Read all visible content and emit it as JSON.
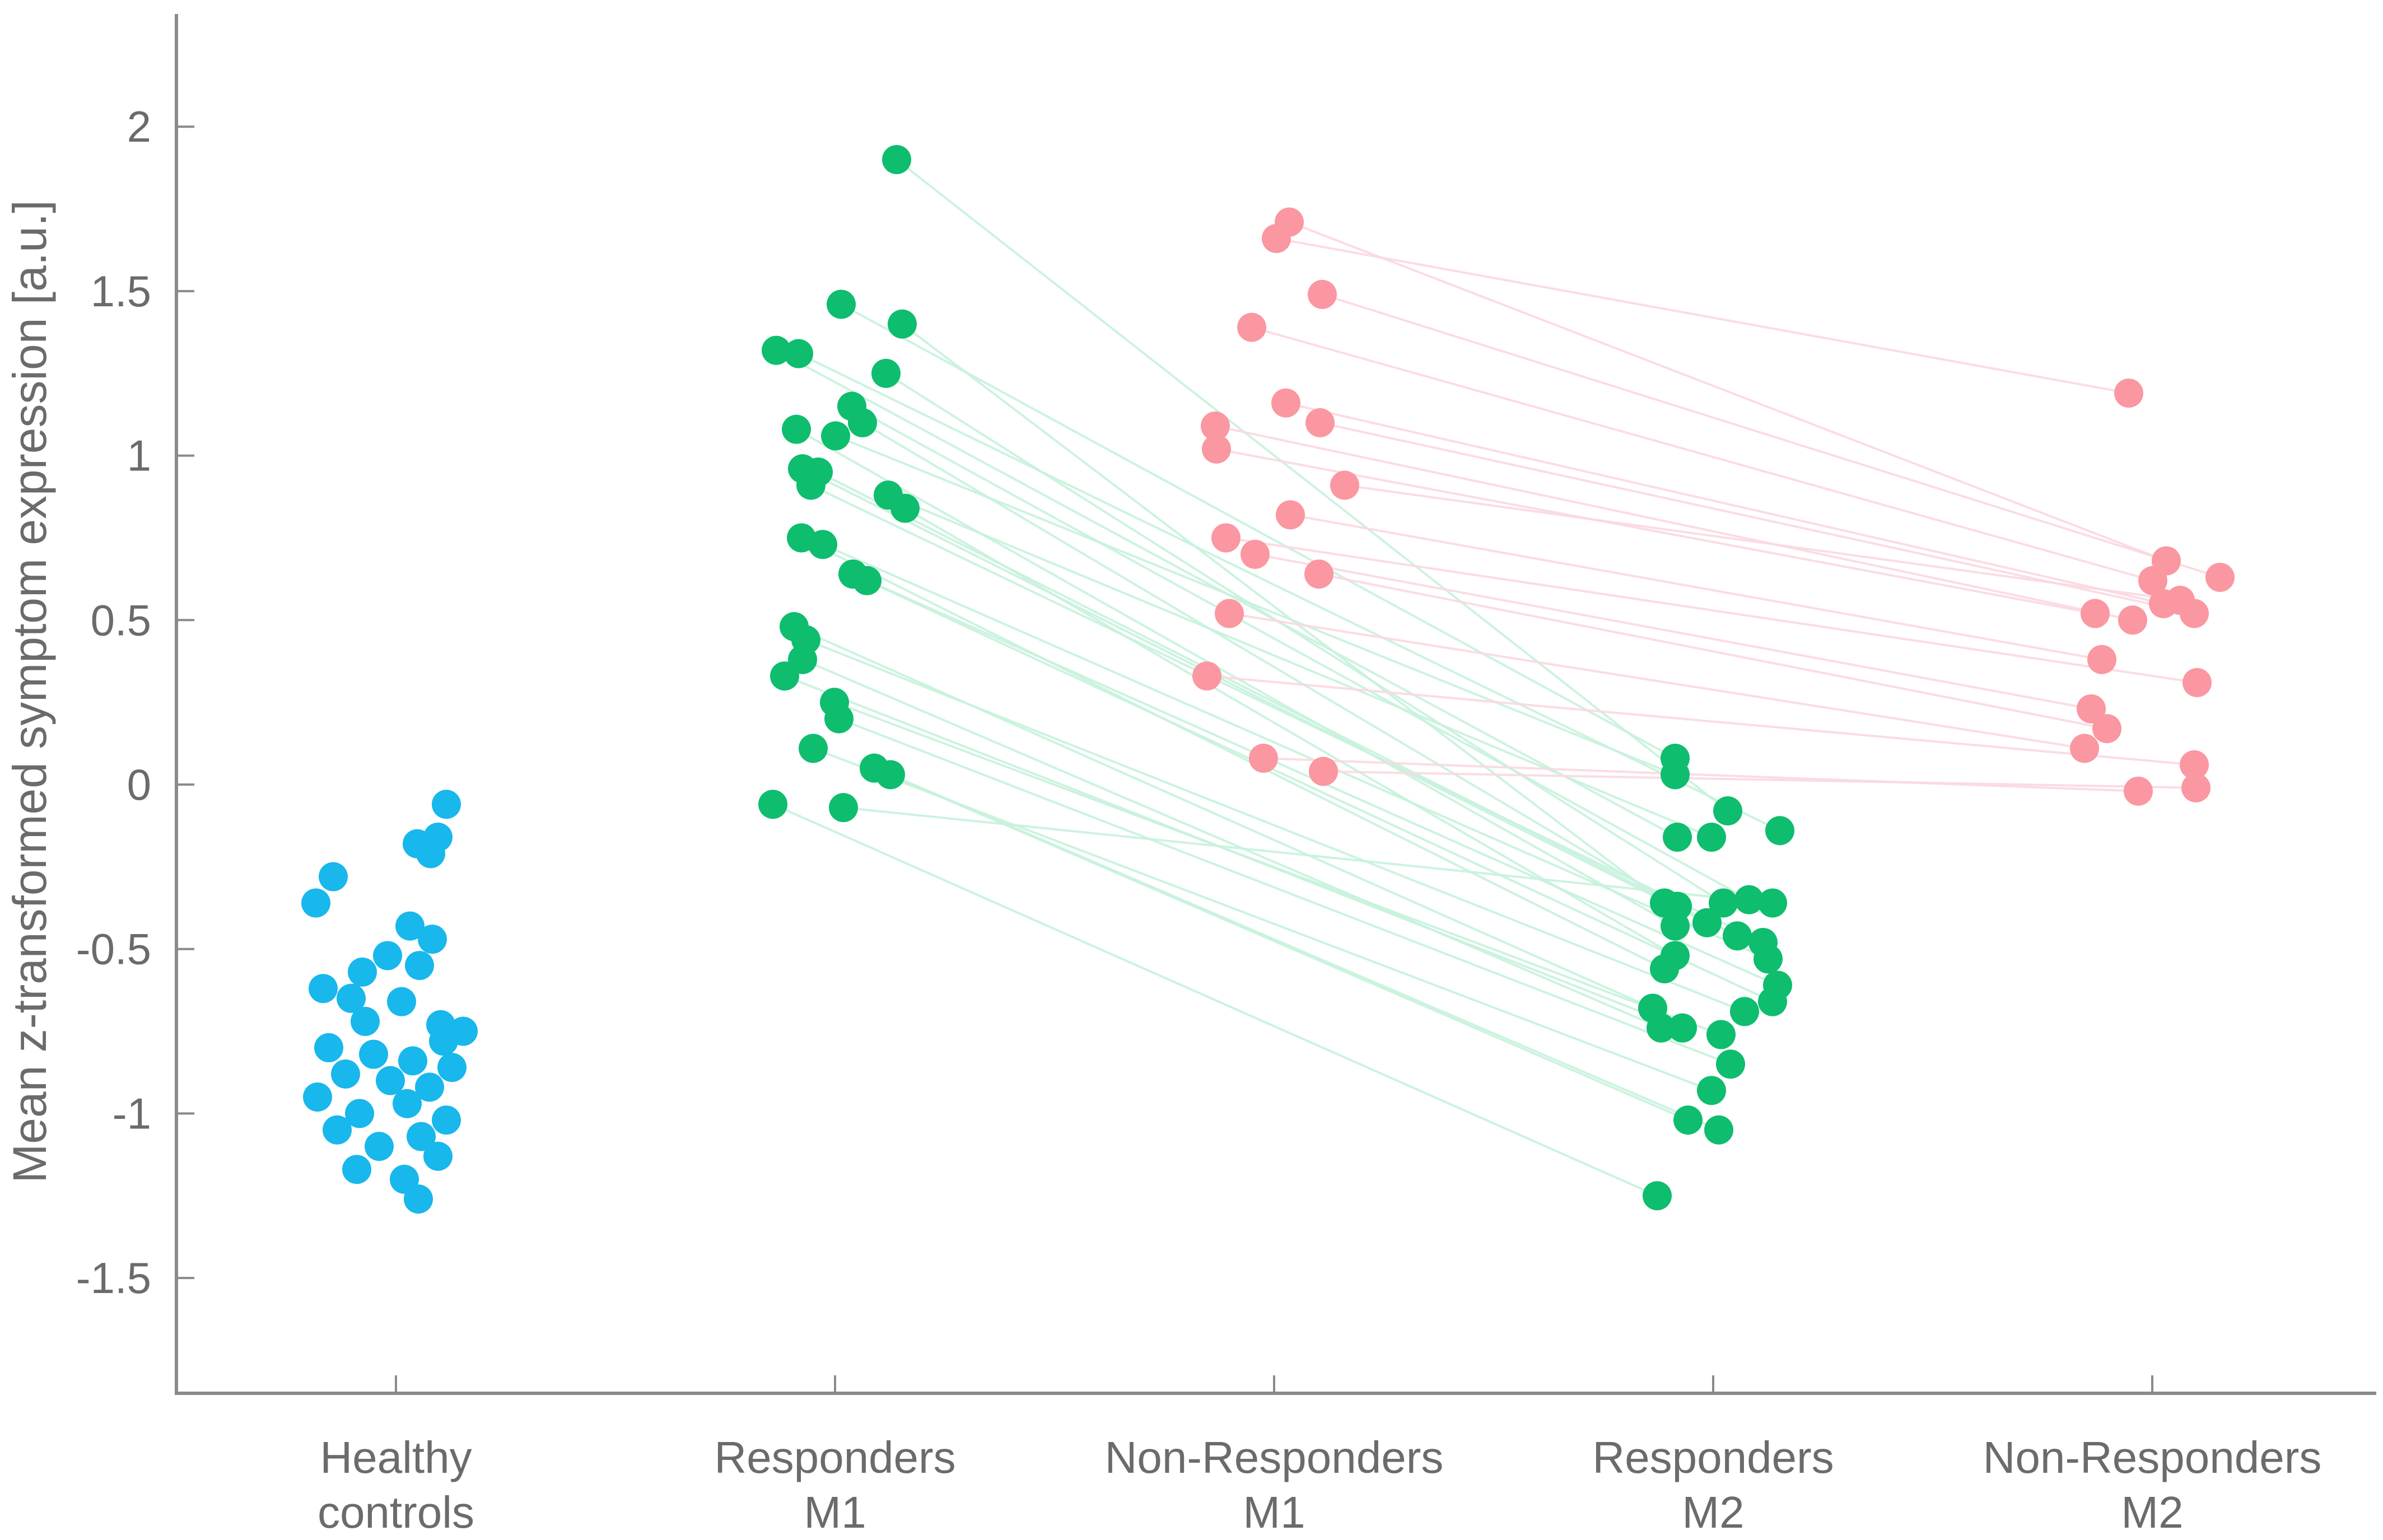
{
  "figure": {
    "background": "#ffffff",
    "axis_color": "#8a8a8a",
    "text_color": "#6b6b6b"
  },
  "chart_data": {
    "type": "scatter",
    "title": "",
    "xlabel": "",
    "ylabel": "Mean z-transformed symptom expression [a.u.]",
    "units": "a.u.",
    "ylim": [
      -1.85,
      2.35
    ],
    "grid": false,
    "legend": "none",
    "y_ticks": [
      {
        "label": "2",
        "value": 2
      },
      {
        "label": "1.5",
        "value": 1.5
      },
      {
        "label": "1",
        "value": 1
      },
      {
        "label": "0.5",
        "value": 0.5
      },
      {
        "label": "0",
        "value": 0
      },
      {
        "label": "-0.5",
        "value": -0.5
      },
      {
        "label": "-1",
        "value": -1
      },
      {
        "label": "-1.5",
        "value": -1.5
      }
    ],
    "groups": [
      {
        "id": "healthy-controls",
        "label": [
          "Healthy",
          "controls"
        ],
        "color": "#18B7EC",
        "points": [
          [
            -0.06,
            90
          ],
          [
            -0.16,
            75
          ],
          [
            -0.18,
            38
          ],
          [
            -0.21,
            62
          ],
          [
            -0.28,
            -112
          ],
          [
            -0.36,
            -143
          ],
          [
            -0.43,
            25
          ],
          [
            -0.47,
            65
          ],
          [
            -0.52,
            -15
          ],
          [
            -0.55,
            42
          ],
          [
            -0.57,
            -60
          ],
          [
            -0.62,
            -130
          ],
          [
            -0.65,
            -80
          ],
          [
            -0.66,
            10
          ],
          [
            -0.72,
            -55
          ],
          [
            -0.73,
            80
          ],
          [
            -0.75,
            120
          ],
          [
            -0.78,
            85
          ],
          [
            -0.8,
            -120
          ],
          [
            -0.82,
            -40
          ],
          [
            -0.84,
            30
          ],
          [
            -0.86,
            100
          ],
          [
            -0.88,
            -90
          ],
          [
            -0.9,
            -10
          ],
          [
            -0.92,
            60
          ],
          [
            -0.95,
            -140
          ],
          [
            -0.97,
            20
          ],
          [
            -1.0,
            -65
          ],
          [
            -1.02,
            90
          ],
          [
            -1.05,
            -105
          ],
          [
            -1.07,
            45
          ],
          [
            -1.1,
            -30
          ],
          [
            -1.13,
            75
          ],
          [
            -1.17,
            -70
          ],
          [
            -1.2,
            15
          ],
          [
            -1.26,
            40
          ]
        ]
      },
      {
        "id": "responders-m1",
        "label": [
          "Responders",
          "M1"
        ],
        "color": "#0EBD6E",
        "points": [
          [
            1.9,
            110
          ],
          [
            1.46,
            11
          ],
          [
            1.4,
            120
          ],
          [
            1.32,
            -105
          ],
          [
            1.31,
            -65
          ],
          [
            1.25,
            91
          ],
          [
            1.15,
            30
          ],
          [
            1.1,
            49
          ],
          [
            1.08,
            -69
          ],
          [
            1.06,
            1
          ],
          [
            0.96,
            -58
          ],
          [
            0.95,
            -30
          ],
          [
            0.91,
            -43
          ],
          [
            0.88,
            95
          ],
          [
            0.84,
            125
          ],
          [
            0.75,
            -60
          ],
          [
            0.73,
            -22
          ],
          [
            0.64,
            32
          ],
          [
            0.62,
            57
          ],
          [
            0.48,
            -73
          ],
          [
            0.44,
            -52
          ],
          [
            0.38,
            -58
          ],
          [
            0.33,
            -90
          ],
          [
            0.25,
            -1
          ],
          [
            0.2,
            7
          ],
          [
            0.11,
            -39
          ],
          [
            0.05,
            70
          ],
          [
            0.03,
            99
          ],
          [
            -0.06,
            -111
          ],
          [
            -0.07,
            15
          ]
        ]
      },
      {
        "id": "non-responders-m1",
        "label": [
          "Non-Responders",
          "M1"
        ],
        "color": "#FA97A1",
        "points": [
          [
            1.71,
            27
          ],
          [
            1.66,
            4
          ],
          [
            1.49,
            86
          ],
          [
            1.39,
            -40
          ],
          [
            1.16,
            21
          ],
          [
            1.1,
            82
          ],
          [
            1.09,
            -105
          ],
          [
            1.02,
            -103
          ],
          [
            0.91,
            126
          ],
          [
            0.82,
            29
          ],
          [
            0.75,
            -86
          ],
          [
            0.7,
            -34
          ],
          [
            0.64,
            80
          ],
          [
            0.52,
            -80
          ],
          [
            0.33,
            -120
          ],
          [
            0.08,
            -19
          ],
          [
            0.04,
            88
          ]
        ]
      },
      {
        "id": "responders-m2",
        "label": [
          "Responders",
          "M2"
        ],
        "color": "#0EBD6E",
        "points": [
          [
            0.08,
            -68
          ],
          [
            0.03,
            -68
          ],
          [
            -0.08,
            26
          ],
          [
            -0.14,
            119
          ],
          [
            -0.16,
            -64
          ],
          [
            -0.16,
            -3
          ],
          [
            -0.35,
            64
          ],
          [
            -0.36,
            18
          ],
          [
            -0.36,
            -87
          ],
          [
            -0.36,
            106
          ],
          [
            -0.37,
            -64
          ],
          [
            -0.42,
            -11
          ],
          [
            -0.43,
            -68
          ],
          [
            -0.46,
            43
          ],
          [
            -0.48,
            89
          ],
          [
            -0.52,
            -68
          ],
          [
            -0.53,
            98
          ],
          [
            -0.56,
            -87
          ],
          [
            -0.61,
            115
          ],
          [
            -0.66,
            106
          ],
          [
            -0.68,
            -108
          ],
          [
            -0.69,
            56
          ],
          [
            -0.74,
            -93
          ],
          [
            -0.74,
            -55
          ],
          [
            -0.76,
            14
          ],
          [
            -0.85,
            31
          ],
          [
            -0.93,
            -3
          ],
          [
            -1.02,
            -45
          ],
          [
            -1.05,
            10
          ],
          [
            -1.25,
            -100
          ]
        ]
      },
      {
        "id": "non-responders-m2",
        "label": [
          "Non-Responders",
          "M2"
        ],
        "color": "#FA97A1",
        "points": [
          [
            1.19,
            -42
          ],
          [
            0.68,
            25
          ],
          [
            0.63,
            121
          ],
          [
            0.62,
            1
          ],
          [
            0.56,
            50
          ],
          [
            0.55,
            20
          ],
          [
            0.52,
            -102
          ],
          [
            0.5,
            -35
          ],
          [
            0.52,
            75
          ],
          [
            0.38,
            -90
          ],
          [
            0.31,
            80
          ],
          [
            0.23,
            -109
          ],
          [
            0.17,
            -81
          ],
          [
            0.11,
            -121
          ],
          [
            0.06,
            75
          ],
          [
            -0.01,
            78
          ],
          [
            -0.02,
            -25
          ]
        ]
      }
    ],
    "links": [
      {
        "id": "responder-links",
        "from": "responders-m1",
        "to": "responders-m2",
        "color": "#C6F2DC",
        "pairs": [
          [
            0,
            2
          ],
          [
            1,
            0
          ],
          [
            2,
            8
          ],
          [
            3,
            4
          ],
          [
            4,
            3
          ],
          [
            5,
            7
          ],
          [
            6,
            6
          ],
          [
            7,
            10
          ],
          [
            8,
            12
          ],
          [
            9,
            1
          ],
          [
            10,
            11
          ],
          [
            11,
            13
          ],
          [
            12,
            14
          ],
          [
            13,
            5
          ],
          [
            14,
            15
          ],
          [
            15,
            17
          ],
          [
            16,
            16
          ],
          [
            17,
            18
          ],
          [
            18,
            19
          ],
          [
            19,
            20
          ],
          [
            20,
            21
          ],
          [
            21,
            22
          ],
          [
            22,
            23
          ],
          [
            23,
            24
          ],
          [
            24,
            25
          ],
          [
            25,
            26
          ],
          [
            26,
            27
          ],
          [
            27,
            28
          ],
          [
            28,
            29
          ],
          [
            29,
            9
          ]
        ]
      },
      {
        "id": "non-responder-links",
        "from": "non-responders-m1",
        "to": "non-responders-m2",
        "color": "#FBD8E0",
        "pairs": [
          [
            0,
            1
          ],
          [
            1,
            0
          ],
          [
            2,
            2
          ],
          [
            3,
            3
          ],
          [
            4,
            5
          ],
          [
            5,
            8
          ],
          [
            6,
            7
          ],
          [
            7,
            6
          ],
          [
            8,
            4
          ],
          [
            9,
            9
          ],
          [
            10,
            10
          ],
          [
            11,
            11
          ],
          [
            12,
            12
          ],
          [
            13,
            13
          ],
          [
            14,
            14
          ],
          [
            15,
            16
          ],
          [
            16,
            15
          ]
        ]
      }
    ]
  }
}
